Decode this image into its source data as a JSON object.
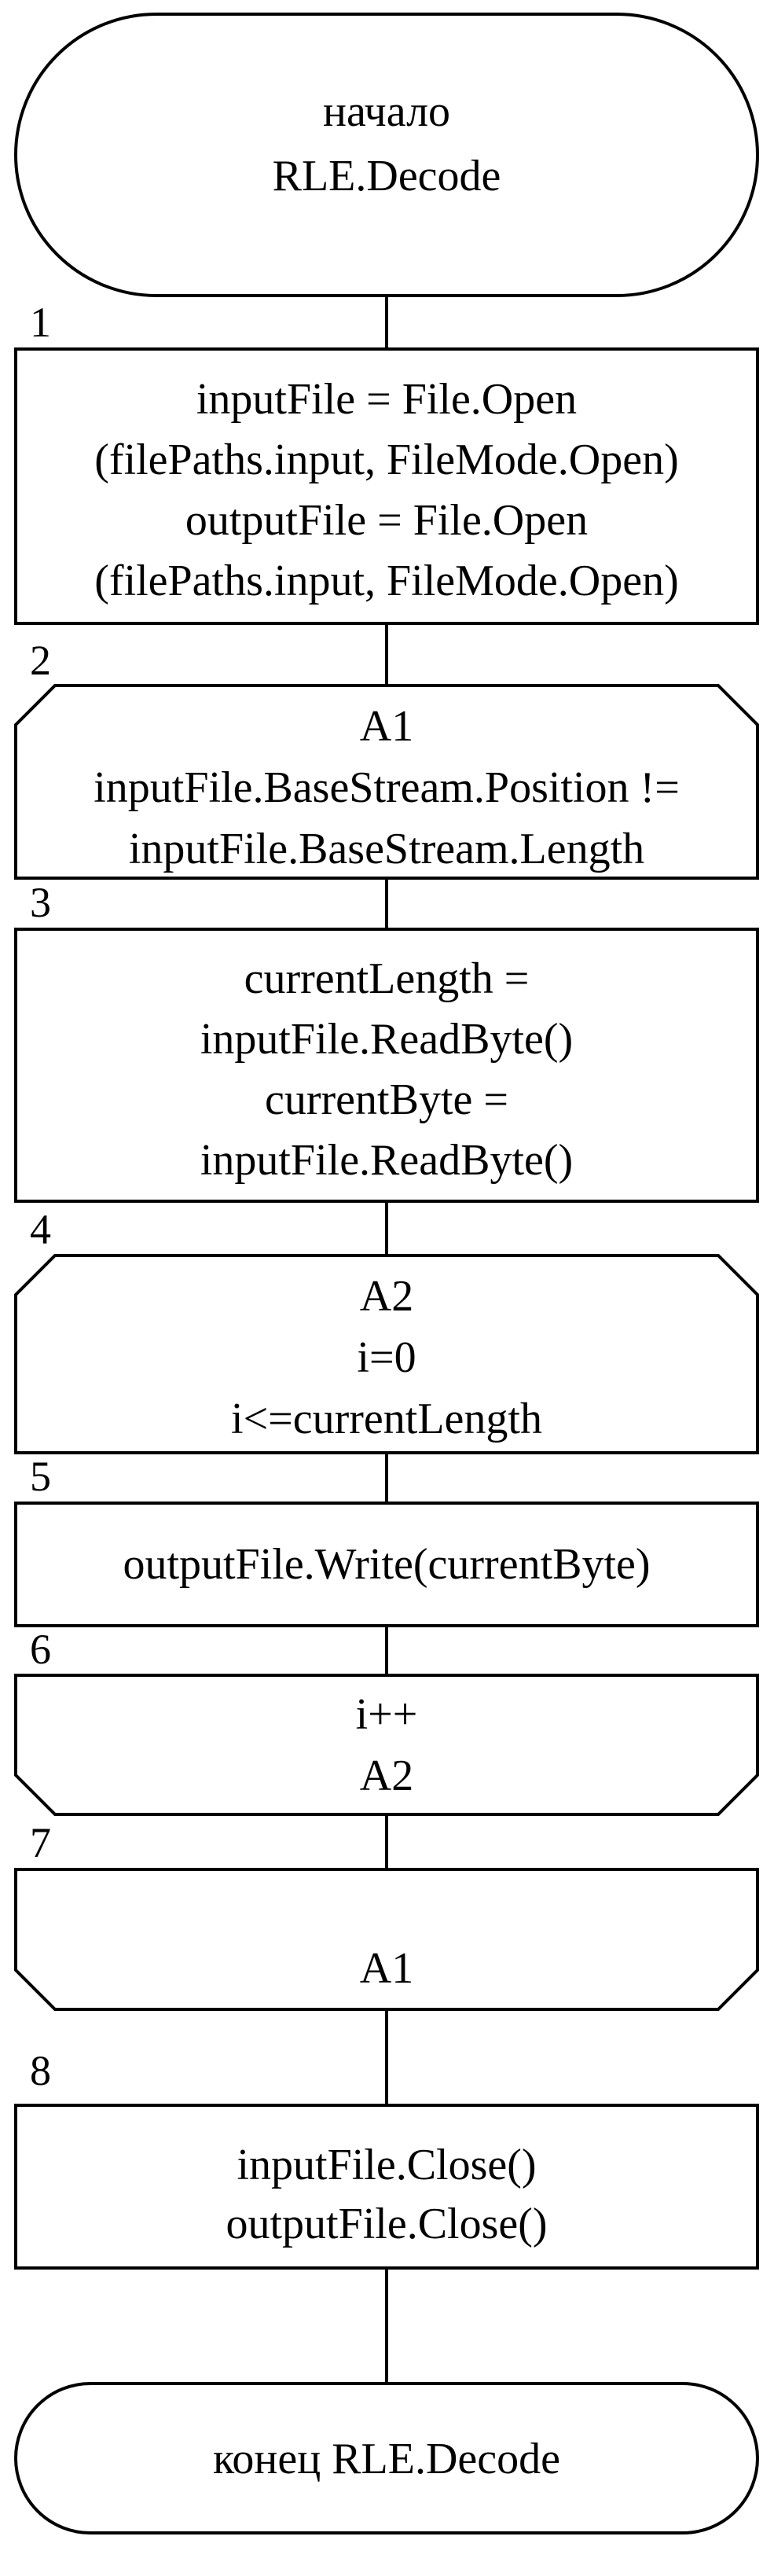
{
  "flowchart": {
    "start": {
      "lines": [
        "начало",
        "RLE.Decode"
      ]
    },
    "blocks": [
      {
        "number": "1",
        "lines": [
          "inputFile = File.Open",
          "(filePaths.input, FileMode.Open)",
          "outputFile = File.Open",
          "(filePaths.input, FileMode.Open)"
        ]
      },
      {
        "number": "2",
        "lines": [
          "A1",
          "inputFile.BaseStream.Position !=",
          "inputFile.BaseStream.Length"
        ]
      },
      {
        "number": "3",
        "lines": [
          "currentLength =",
          "inputFile.ReadByte()",
          "currentByte =",
          "inputFile.ReadByte()"
        ]
      },
      {
        "number": "4",
        "lines": [
          "A2",
          "i=0",
          "i<=currentLength"
        ]
      },
      {
        "number": "5",
        "lines": [
          "outputFile.Write(currentByte)"
        ]
      },
      {
        "number": "6",
        "lines": [
          "i++",
          "A2"
        ]
      },
      {
        "number": "7",
        "lines": [
          "A1"
        ]
      },
      {
        "number": "8",
        "lines": [
          "inputFile.Close()",
          "outputFile.Close()"
        ]
      }
    ],
    "end": {
      "lines": [
        "конец RLE.Decode"
      ]
    }
  }
}
